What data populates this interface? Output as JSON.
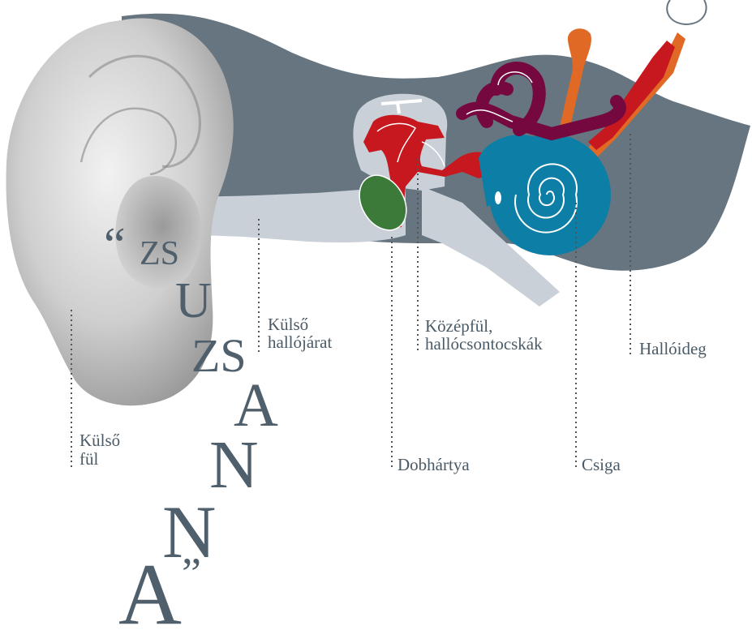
{
  "labels": {
    "kulso_ful_1": "Külső",
    "kulso_ful_2": "fül",
    "hallojarat_1": "Külső",
    "hallojarat_2": "hallójárat",
    "kozepful_1": "Középfül,",
    "kozepful_2": "hallócsontocskák",
    "halloideg": "Hallóideg",
    "dobhartya": "Dobhártya",
    "csiga": "Csiga"
  },
  "word": {
    "open_quote": "“",
    "zs1": "ZS",
    "u": "U",
    "zs2": "ZS",
    "a1": "A",
    "n1": "N",
    "n2": "N",
    "a2": "A",
    "close_quote": "”"
  },
  "colors": {
    "slate": "#667580",
    "canal": "#c9d0d7",
    "red": "#c8181f",
    "green": "#3c7a3a",
    "blue": "#0d7ea5",
    "purple": "#75083f",
    "orange": "#e06a25",
    "text": "#4f5f6b"
  }
}
